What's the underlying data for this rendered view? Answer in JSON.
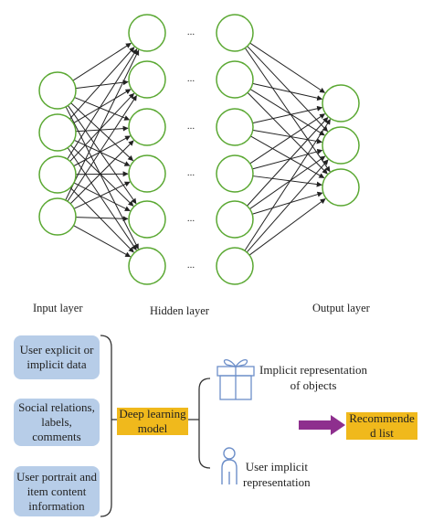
{
  "network": {
    "input_layer_label": "Input layer",
    "hidden_layer_label": "Hidden layer",
    "output_layer_label": "Output layer",
    "ellipsis": "...",
    "node_color": "#5aa832"
  },
  "flow": {
    "inputs": [
      {
        "line1": "User explicit or",
        "line2": "implicit data"
      },
      {
        "line1": "Social relations,",
        "line2": "labels, comments"
      },
      {
        "line1": "User portrait and",
        "line2": "item content",
        "line3": "information"
      }
    ],
    "model_line1": "Deep learning",
    "model_line2": "model",
    "output_objects_line1": "Implicit representation",
    "output_objects_line2": "of objects",
    "output_user_line1": "User implicit",
    "output_user_line2": "representation",
    "result_line1": "Recommende",
    "result_line2": "d list",
    "box_color": "#b7cde8",
    "model_color": "#f0b91c",
    "arrow_color": "#8e2f8e"
  }
}
